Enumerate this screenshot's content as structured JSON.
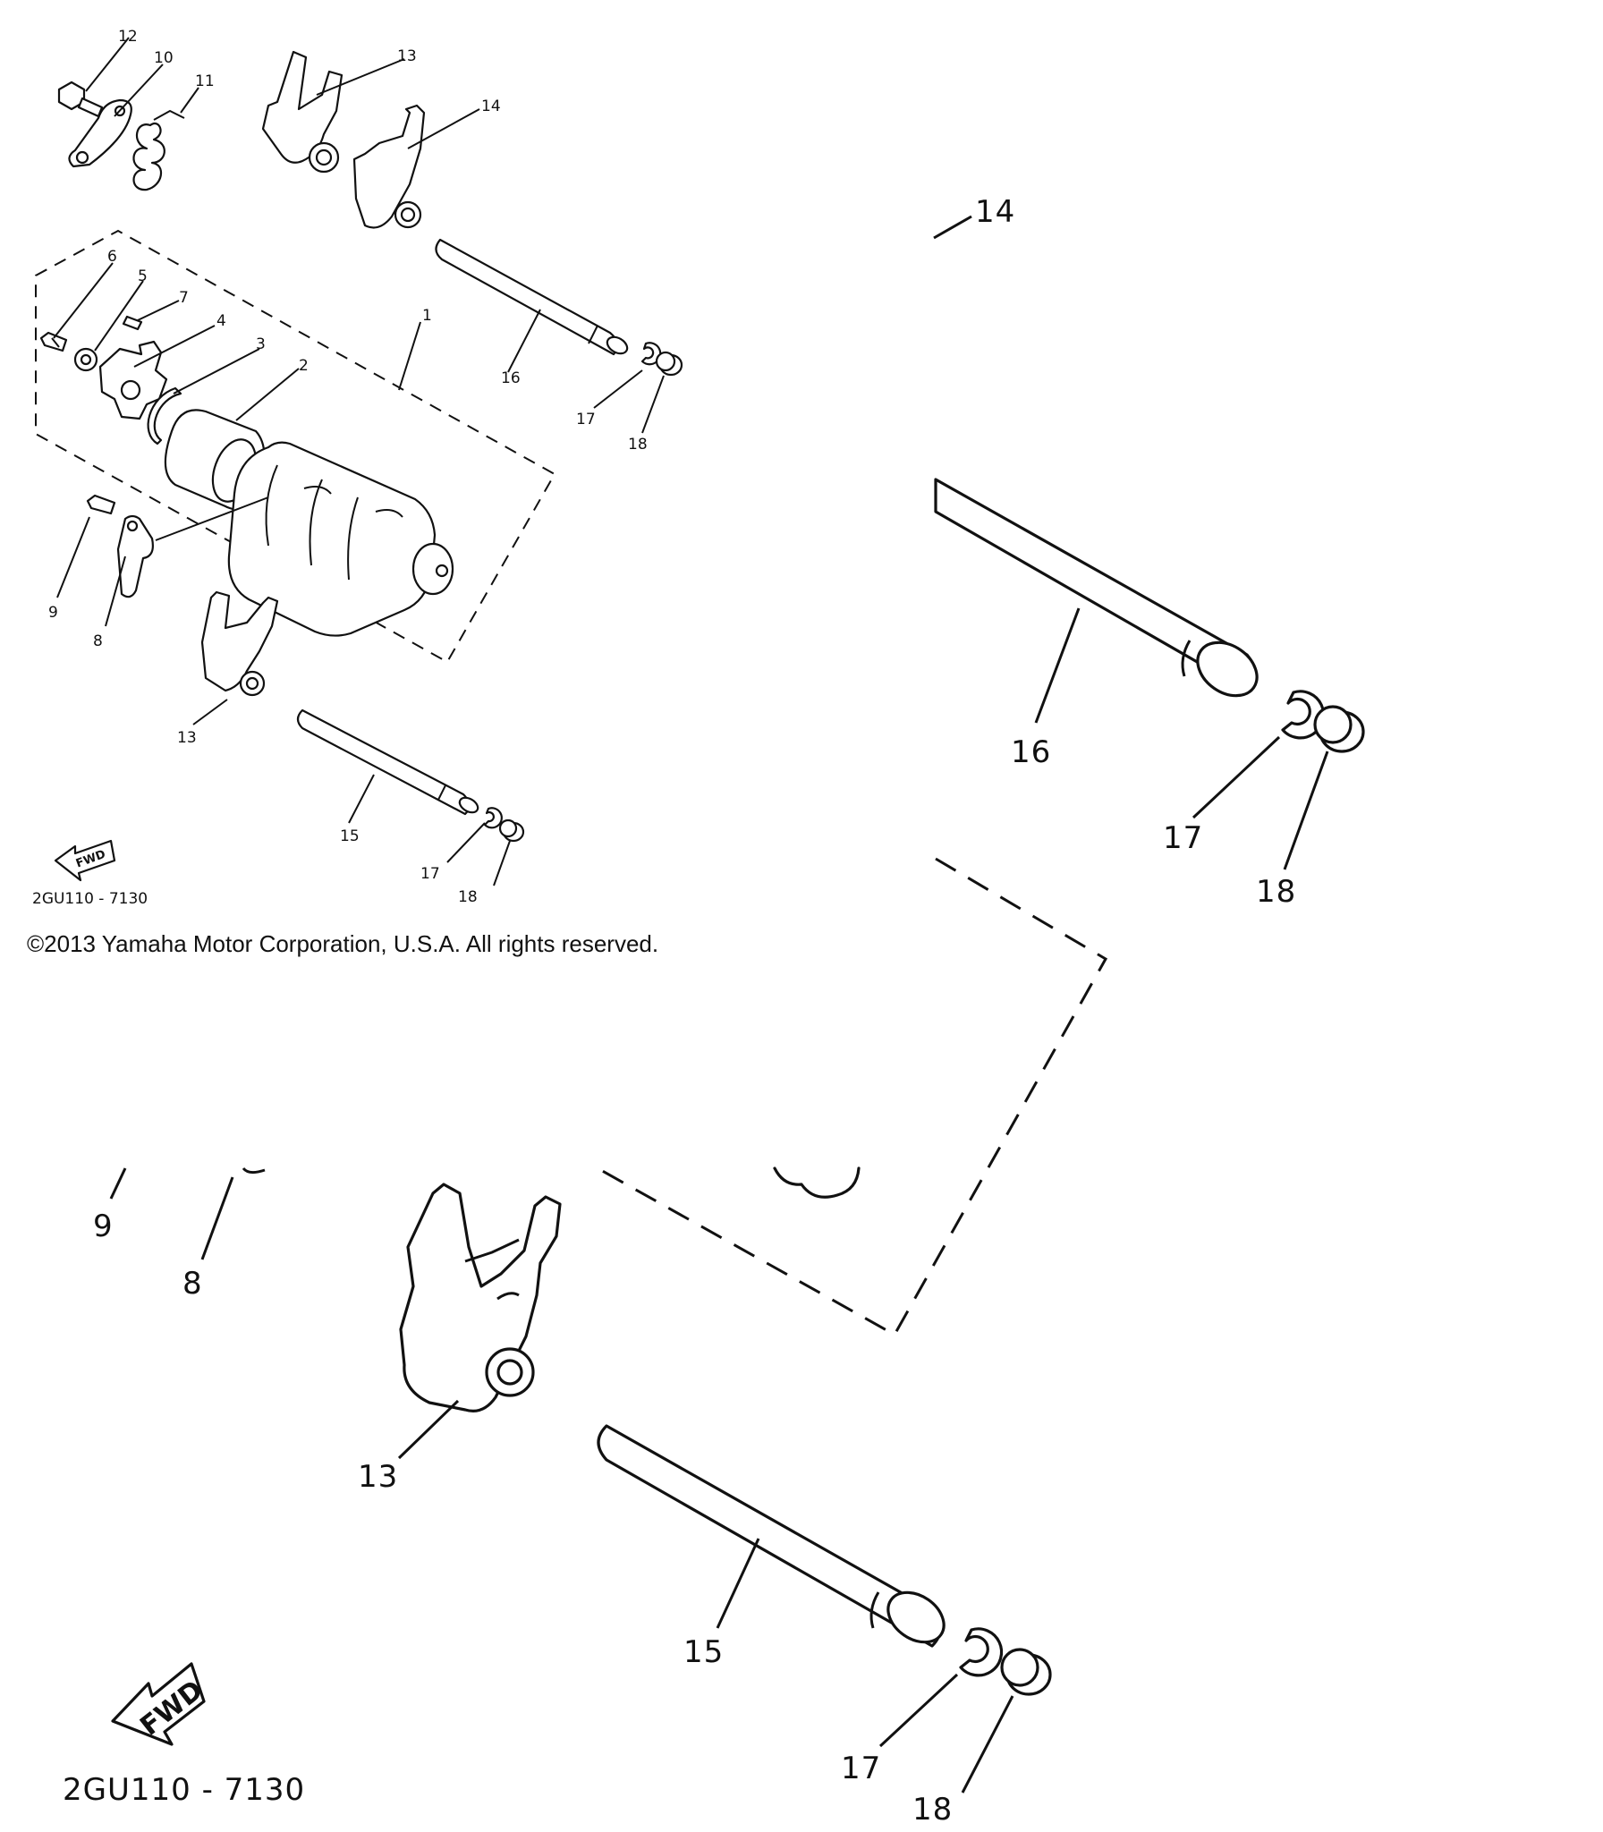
{
  "diagram": {
    "copyright": "©2013 Yamaha Motor Corporation, U.S.A. All rights reserved.",
    "code": "2GU110 - 7130",
    "fwd": "FWD",
    "callouts": {
      "c1": "1",
      "c2": "2",
      "c3": "3",
      "c4": "4",
      "c5": "5",
      "c6": "6",
      "c7": "7",
      "c8": "8",
      "c9": "9",
      "c10": "10",
      "c11": "11",
      "c12": "12",
      "c13": "13",
      "c14": "14",
      "c15": "15",
      "c16": "16",
      "c17": "17",
      "c18": "18"
    }
  }
}
